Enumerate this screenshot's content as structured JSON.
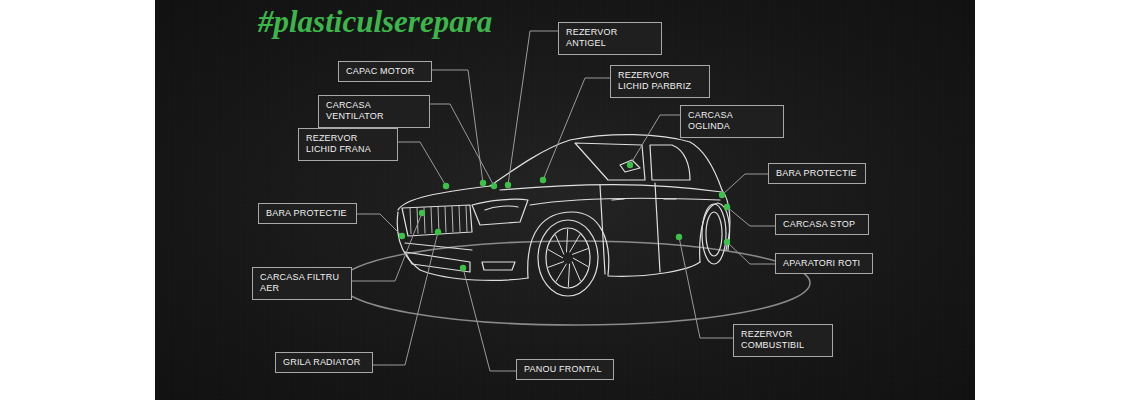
{
  "diagram": {
    "title": "#plasticulserepara",
    "nodes": [
      {
        "text": [
          "REZERVOR ANTIGEL"
        ]
      },
      {
        "text": [
          "CAPAC MOTOR"
        ]
      },
      {
        "text": [
          "REZERVOR LICHID PARBRIZ"
        ]
      },
      {
        "text": [
          "CARCASA VENTILATOR"
        ]
      },
      {
        "text": [
          "CARCASA OGLINDA"
        ]
      },
      {
        "text": [
          "REZERVOR LICHID FRANA"
        ]
      },
      {
        "text": [
          "BARA PROTECTIE"
        ]
      },
      {
        "text": [
          "BARA PROTECTIE"
        ]
      },
      {
        "text": [
          "CARCASA STOP"
        ]
      },
      {
        "text": [
          "APARATORI ROTI"
        ]
      },
      {
        "text": [
          "CARCASA FILTRU AER"
        ]
      },
      {
        "text": [
          "REZERVOR COMBUSTIBIL"
        ]
      },
      {
        "text": [
          "GRILA RADIATOR"
        ]
      },
      {
        "text": [
          "PANOU FRONTAL"
        ]
      }
    ]
  }
}
